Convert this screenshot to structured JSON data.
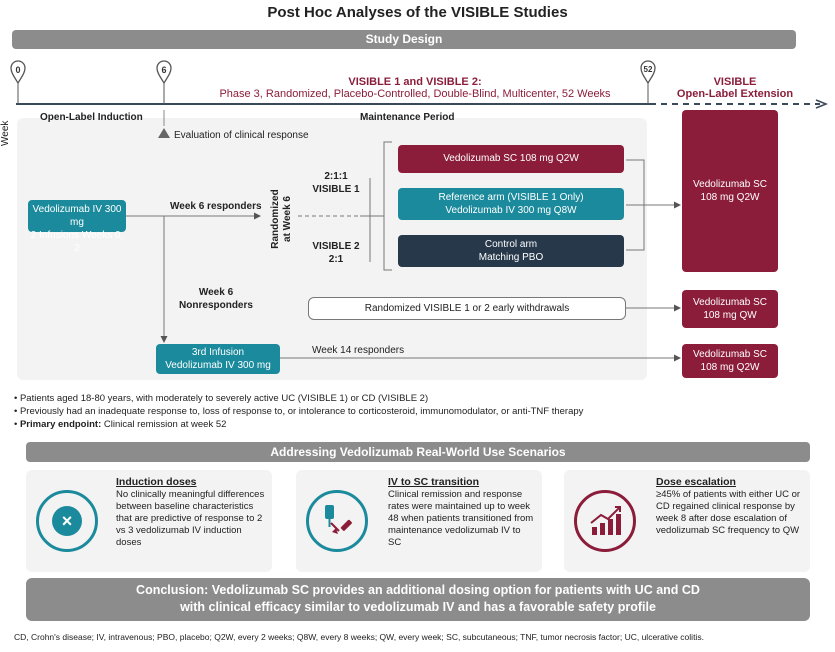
{
  "title": "Post Hoc Analyses of the VISIBLE Studies",
  "study_design": "Study Design",
  "timeline": {
    "pins": [
      "0",
      "6",
      "52"
    ],
    "week_label": "Week"
  },
  "visible12": {
    "title": "VISIBLE 1 and VISIBLE 2:",
    "subtitle": "Phase 3, Randomized, Placebo-Controlled, Double-Blind, Multicenter, 52 Weeks"
  },
  "ole": {
    "line1": "VISIBLE",
    "line2": "Open-Label Extension"
  },
  "phases": {
    "induction": "Open-Label Induction",
    "maintenance": "Maintenance Period"
  },
  "evaluation": "Evaluation of clinical response",
  "induction_box": {
    "line1": "Vedolizumab IV 300 mg",
    "line2": "2 Infusions Weeks 0, 2"
  },
  "week6_responders": "Week 6 responders",
  "randomized": {
    "line1": "Randomized",
    "line2": "at Week 6"
  },
  "v1": {
    "ratio": "2:1:1",
    "name": "VISIBLE 1"
  },
  "v2": {
    "name": "VISIBLE 2",
    "ratio": "2:1"
  },
  "arms": {
    "sc": "Vedolizumab SC 108 mg Q2W",
    "ref_line1": "Reference arm (VISIBLE 1 Only)",
    "ref_line2": "Vedolizumab IV 300 mg Q8W",
    "ctrl_line1": "Control arm",
    "ctrl_line2": "Matching PBO"
  },
  "ole_box": {
    "line1": "Vedolizumab SC",
    "line2": "108 mg Q2W"
  },
  "nonresponders": {
    "line1": "Week 6",
    "line2": "Nonresponders"
  },
  "early_withdrawals": "Randomized VISIBLE 1 or 2 early withdrawals",
  "ole_qw": {
    "line1": "Vedolizumab SC",
    "line2": "108 mg QW"
  },
  "third_infusion": {
    "line1": "3rd Infusion",
    "line2": "Vedolizumab IV 300 mg"
  },
  "week14": "Week 14 responders",
  "ole_q2w2": {
    "line1": "Vedolizumab SC",
    "line2": "108 mg Q2W"
  },
  "bullets": {
    "b1": "Patients aged 18-80 years, with moderately to severely active UC (VISIBLE 1) or CD (VISIBLE 2)",
    "b2": "Previously had an inadequate response to, loss of response to, or intolerance to corticosteroid, immunomodulator, or anti-TNF therapy",
    "b3_label": "Primary endpoint:",
    "b3_text": " Clinical remission at week 52"
  },
  "scenarios_bar": "Addressing Vedolizumab Real-World Use Scenarios",
  "cards": [
    {
      "head": "Induction doses",
      "body": "No clinically meaningful differences between baseline characteristics that are predictive of response to 2 vs 3 vedolizumab IV induction doses",
      "icon": "x-circle-icon",
      "color": "#1b8a9c"
    },
    {
      "head": "IV to SC transition",
      "body": "Clinical remission and response rates were maintained up to week 48 when patients transitioned from maintenance vedolizumab IV to SC",
      "icon": "iv-to-syringe-icon",
      "color": "#1b8a9c"
    },
    {
      "head": "Dose escalation",
      "body": "≥45% of patients with either UC or CD regained clinical response by week 8 after dose escalation of vedolizumab SC frequency to QW",
      "icon": "rising-bar-chart-icon",
      "color": "#8b1d3a"
    }
  ],
  "conclusion": {
    "line1": "Conclusion: Vedolizumab SC provides an additional dosing option for patients with UC and CD",
    "line2": "with clinical efficacy similar to vedolizumab IV and has a favorable safety profile"
  },
  "footer": "CD, Crohn's disease; IV, intravenous; PBO, placebo; Q2W, every 2 weeks; Q8W, every 8 weeks; QW, every week; SC, subcutaneous; TNF, tumor necrosis factor; UC, ulcerative colitis.",
  "colors": {
    "teal": "#1b8a9c",
    "maroon": "#8b1d3a",
    "navy": "#26384a",
    "gray_bar": "#8c8c8c"
  }
}
